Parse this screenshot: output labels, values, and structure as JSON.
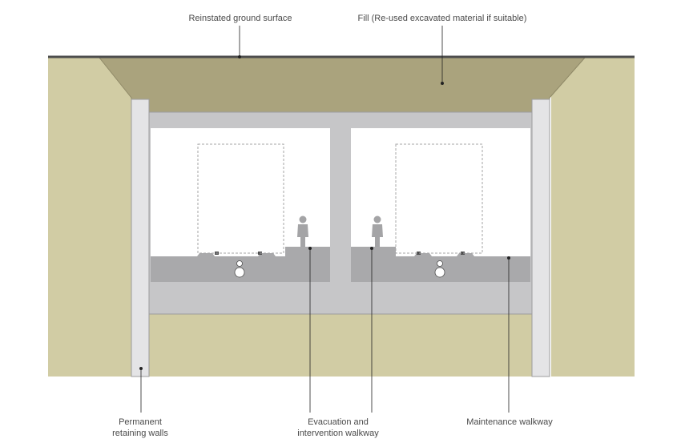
{
  "labels": {
    "ground_surface": "Reinstated ground surface",
    "fill": "Fill (Re-used excavated material if suitable)",
    "retaining_walls_line1": "Permanent",
    "retaining_walls_line2": "retaining walls",
    "evacuation_line1": "Evacuation and",
    "evacuation_line2": "intervention walkway",
    "maintenance": "Maintenance walkway"
  },
  "colors": {
    "soil": "#d1cca4",
    "fill": "#aaa37d",
    "fill_edge": "#8f8967",
    "concrete": "#c6c6c8",
    "concrete_edge": "#9c9c9e",
    "wall": "#e4e4e6",
    "track_bed": "#a9a9ab",
    "ground_line": "#4d4d4d",
    "tunnel_interior": "#ffffff",
    "figure": "#a4a4a6",
    "leader": "#222222"
  }
}
